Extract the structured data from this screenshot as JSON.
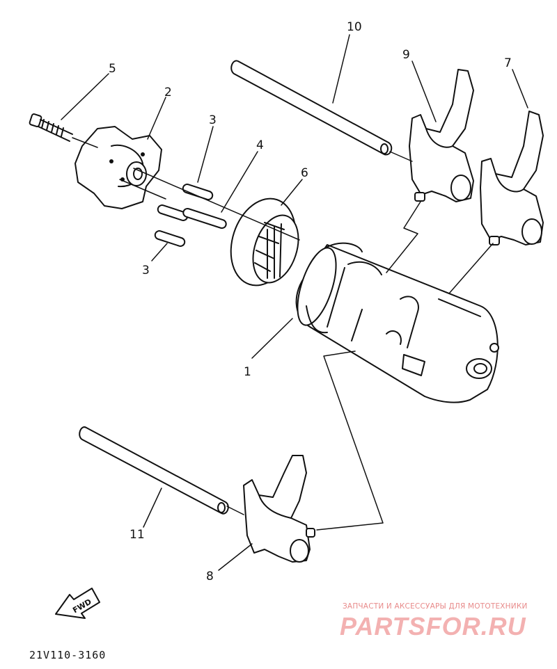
{
  "callouts": {
    "c1": "1",
    "c2": "2",
    "c3a": "3",
    "c3b": "3",
    "c4": "4",
    "c5": "5",
    "c6": "6",
    "c7": "7",
    "c8": "8",
    "c9": "9",
    "c10": "10",
    "c11": "11"
  },
  "fwd_label": "FWD",
  "reference_code": "21V110-3160",
  "watermark": {
    "line1": "ЗАПЧАСТИ И АКСЕССУАРЫ ДЛЯ МОТОТЕХНИКИ",
    "line2": "PARTSFOR.RU"
  }
}
